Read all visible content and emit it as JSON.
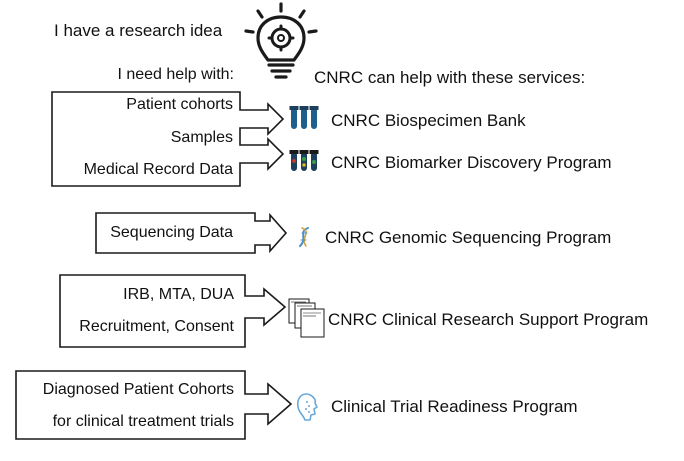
{
  "header": {
    "idea_text": "I have a research idea",
    "need_help_text": "I need help with:",
    "services_heading": "CNRC can help with these services:"
  },
  "groups": [
    {
      "needs": [
        "Patient cohorts",
        "Samples",
        "Medical Record Data"
      ],
      "services": [
        "CNRC Biospecimen Bank",
        "CNRC Biomarker Discovery Program"
      ]
    },
    {
      "needs": [
        "Sequencing Data"
      ],
      "services": [
        "CNRC Genomic Sequencing Program"
      ]
    },
    {
      "needs": [
        "IRB,  MTA, DUA",
        "Recruitment, Consent"
      ],
      "services": [
        "CNRC Clinical Research Support Program"
      ]
    },
    {
      "needs": [
        "Diagnosed Patient Cohorts",
        "for clinical treatment trials"
      ],
      "services": [
        "Clinical Trial Readiness Program"
      ]
    }
  ],
  "icons": {
    "idea": "lightbulb-gear-icon",
    "biobank": "test-tubes-icon",
    "biomarker": "colored-test-tubes-icon",
    "genomic": "dna-helix-icon",
    "clinical_support": "documents-icon",
    "trial": "head-profile-icon"
  },
  "colors": {
    "outline": "#1a1a1a",
    "tube_blue": "#1f5f8b",
    "tube_dark": "#1c3f5c",
    "tube_red": "#c0392b",
    "tube_green": "#3d9a4a",
    "tube_yellow": "#e0b020",
    "dna_blue": "#4a8fc9",
    "head_blue": "#6aa8d8"
  }
}
